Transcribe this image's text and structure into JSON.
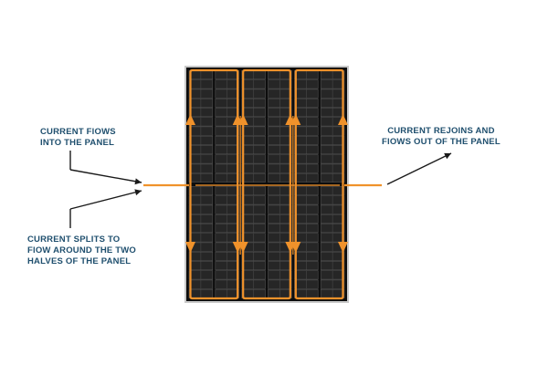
{
  "callouts": {
    "into_panel": {
      "lines": [
        "CURRENT FlOWS",
        "INTO THE PANEL"
      ]
    },
    "split": {
      "lines": [
        "CURRENT SPLITS TO",
        "FlOW AROUND THE TWO",
        "HALVES OF THE PANEL"
      ]
    },
    "out_panel": {
      "lines": [
        "CURRENT REJOINS AND",
        "FlOWS OUT OF THE PANEL"
      ]
    }
  },
  "panel": {
    "columns": 6,
    "cells_per_column": 24
  },
  "colors": {
    "current": "#f0922b",
    "text": "#1f4f6e",
    "pointer": "#1a1a1a",
    "frame": "#c9c9c9",
    "cell": "#262626",
    "cell_grid": "#5a5a5a",
    "panel_bg": "#0d0d0d"
  },
  "icons": [
    "arrow-up-icon",
    "arrow-down-icon",
    "pointer-arrow-icon"
  ]
}
